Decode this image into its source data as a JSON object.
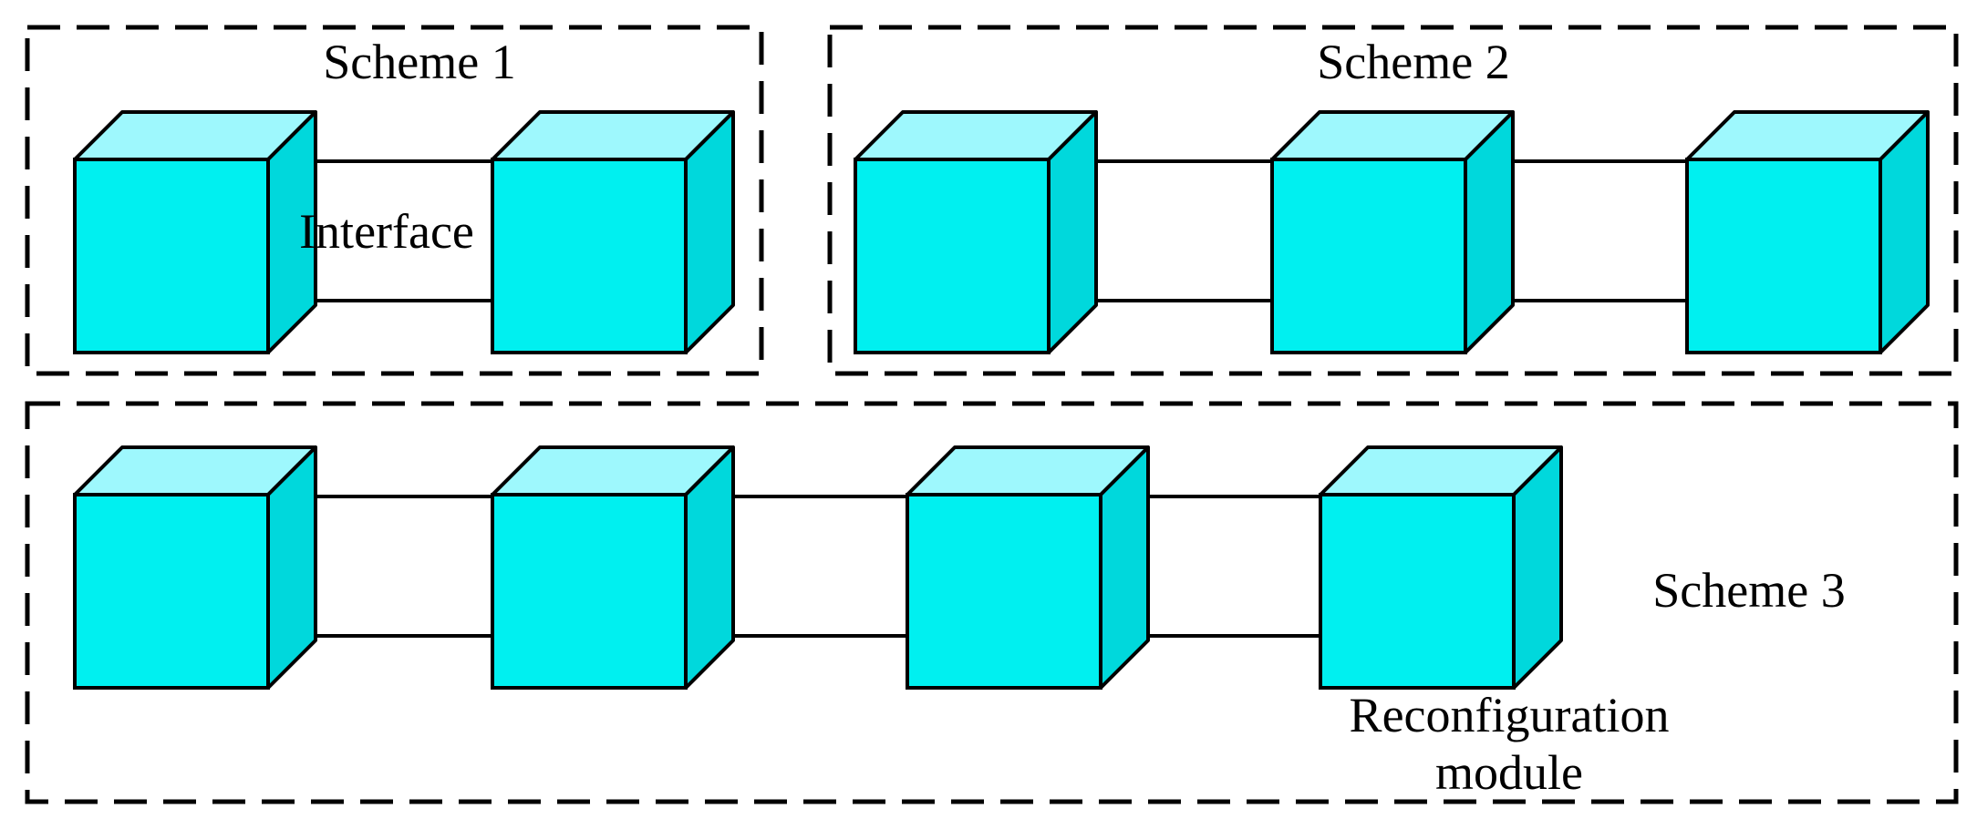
{
  "labels": {
    "scheme1": "Scheme 1",
    "scheme2": "Scheme 2",
    "scheme3": "Scheme 3",
    "interface": "Interface",
    "reconfiguration_line1": "Reconfiguration",
    "reconfiguration_line2": "module"
  },
  "colors": {
    "cube_front": "#00f0f0",
    "cube_top": "#9ef8fd",
    "cube_side": "#00d8dc",
    "connector": "#ffffff",
    "outline": "#000000"
  },
  "schemes": [
    {
      "id": "scheme1",
      "module_count": 2
    },
    {
      "id": "scheme2",
      "module_count": 3
    },
    {
      "id": "scheme3",
      "module_count": 4
    }
  ]
}
